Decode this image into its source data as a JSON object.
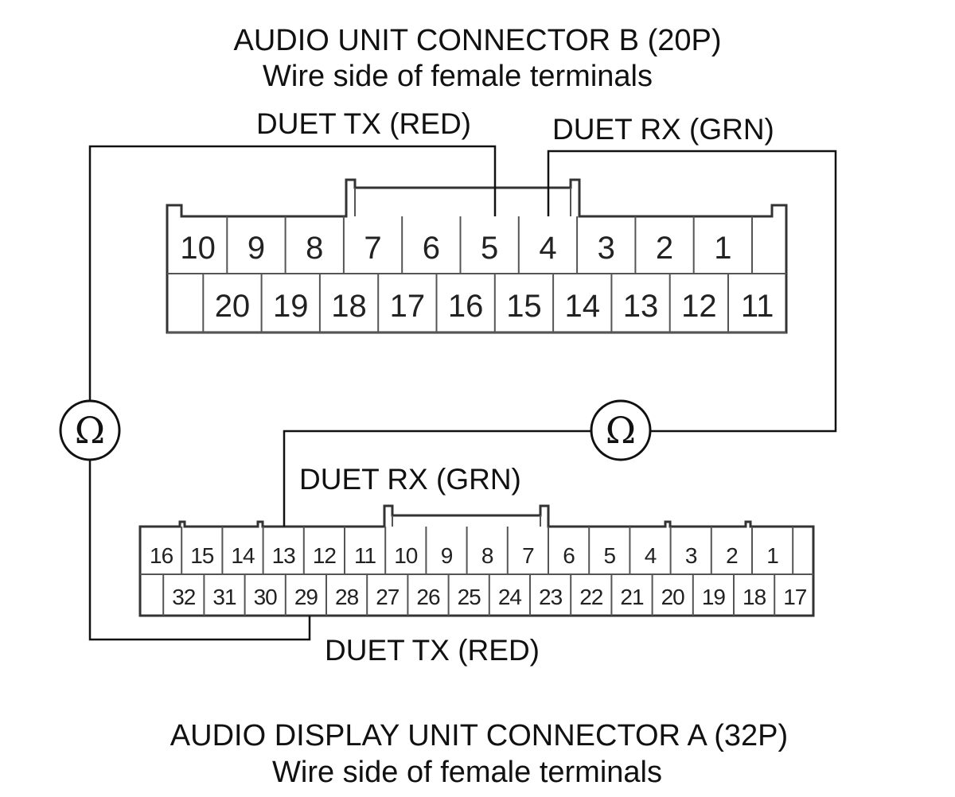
{
  "connector_b": {
    "title": "AUDIO UNIT CONNECTOR B (20P)",
    "subtitle": "Wire side of female terminals",
    "top_row": [
      "10",
      "9",
      "8",
      "7",
      "6",
      "5",
      "4",
      "3",
      "2",
      "1",
      ""
    ],
    "bottom_row": [
      "",
      "20",
      "19",
      "18",
      "17",
      "16",
      "15",
      "14",
      "13",
      "12",
      "11"
    ],
    "tx_label": "DUET TX (RED)",
    "rx_label": "DUET RX (GRN)"
  },
  "connector_a": {
    "title": "AUDIO DISPLAY UNIT CONNECTOR A (32P)",
    "subtitle": "Wire side of female terminals",
    "top_row": [
      "16",
      "15",
      "14",
      "13",
      "12",
      "11",
      "10",
      "9",
      "8",
      "7",
      "6",
      "5",
      "4",
      "3",
      "2",
      "1",
      ""
    ],
    "bottom_row": [
      "",
      "32",
      "31",
      "30",
      "29",
      "28",
      "27",
      "26",
      "25",
      "24",
      "23",
      "22",
      "21",
      "20",
      "19",
      "18",
      "17"
    ],
    "rx_label": "DUET RX (GRN)",
    "tx_label": "DUET TX (RED)"
  },
  "meters": {
    "symbol": "Ω"
  }
}
